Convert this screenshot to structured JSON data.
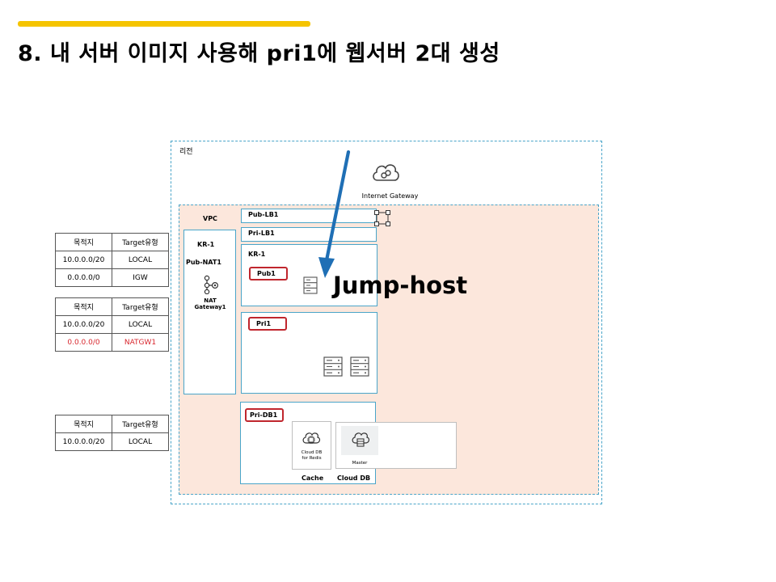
{
  "slide": {
    "title": "8. 내 서버 이미지 사용해 pri1에 웹서버 2대 생성",
    "accent_color": "#f5c400"
  },
  "diagram": {
    "region_label": "리전",
    "internet_gateway_label": "Internet Gateway",
    "vpc_label": "VPC",
    "kr_col": {
      "zone_label": "KR-1",
      "subnet_label": "Pub-NAT1",
      "nat_label_line1": "NAT",
      "nat_label_line2": "Gateway1"
    },
    "pub_lb": "Pub-LB1",
    "pri_lb": "Pri-LB1",
    "zone_label": "KR-1",
    "pub1": "Pub1",
    "pri1": "Pri1",
    "pri_db1": "Pri-DB1",
    "jump_host": "Jump-host",
    "redis_label_line1": "Cloud DB",
    "redis_label_line2": "for Redis",
    "master_label": "Master",
    "cache_label": "Cache",
    "clouddb_label": "Cloud DB",
    "arrow_color": "#1f6fb5",
    "highlight_color": "#c0262d"
  },
  "route_tables": [
    {
      "header": [
        "목적지",
        "Target유형"
      ],
      "rows": [
        [
          "10.0.0.0/20",
          "LOCAL"
        ],
        [
          "0.0.0.0/0",
          "IGW"
        ]
      ]
    },
    {
      "header": [
        "목적지",
        "Target유형"
      ],
      "rows": [
        [
          "10.0.0.0/20",
          "LOCAL"
        ],
        [
          "0.0.0.0/0",
          "NATGW1"
        ]
      ]
    },
    {
      "header": [
        "목적지",
        "Target유형"
      ],
      "rows": [
        [
          "10.0.0.0/20",
          "LOCAL"
        ]
      ]
    }
  ]
}
